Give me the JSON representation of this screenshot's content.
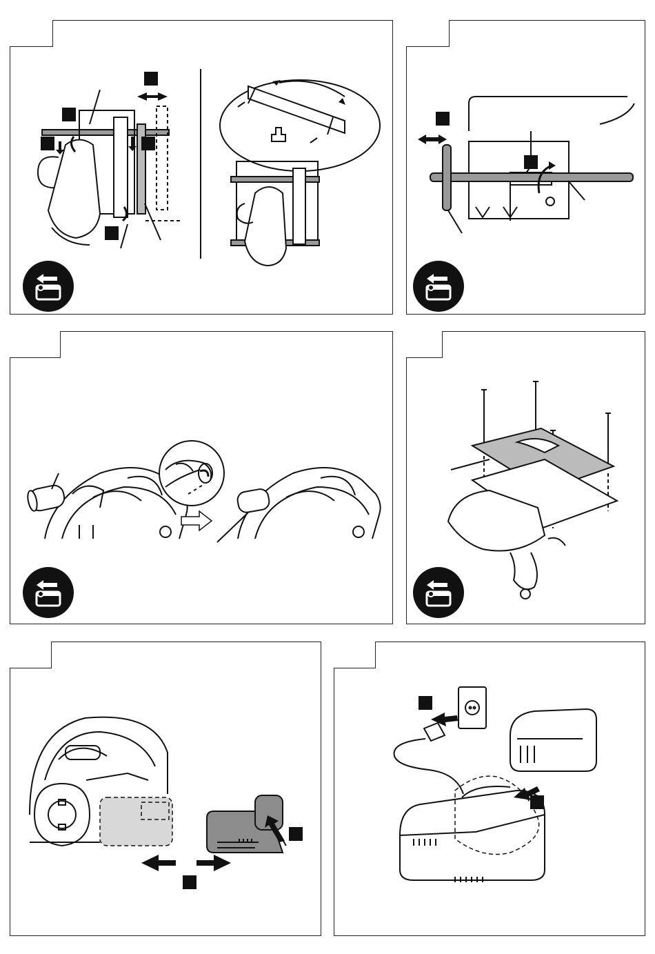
{
  "icons": {
    "battery_removal": "remove-battery-pictogram",
    "fig_marker": "black-square-callout",
    "plug": "mains-plug"
  },
  "colors": {
    "line": "#111111",
    "battery_gray": "#8c8c8c",
    "battery_light": "#bdbdbd"
  }
}
